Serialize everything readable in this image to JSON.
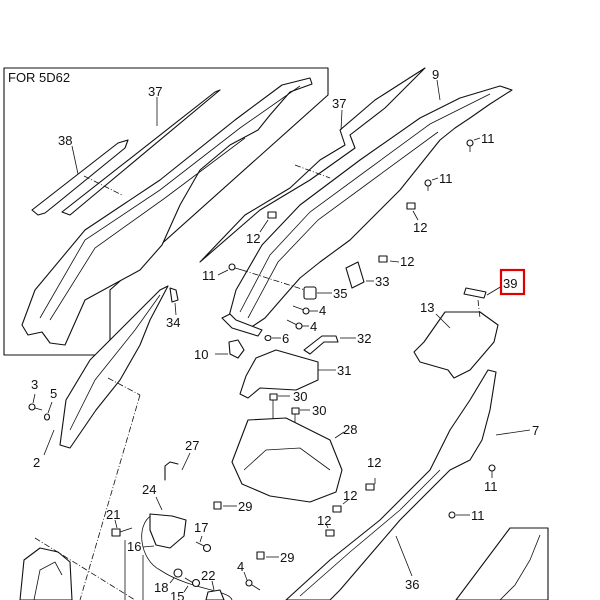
{
  "inset": {
    "title": "FOR 5D62",
    "callouts": [
      "37",
      "38",
      "34"
    ]
  },
  "highlight": {
    "part_number": "39",
    "color": "#e00000"
  },
  "callouts": [
    {
      "id": "c9",
      "label": "9"
    },
    {
      "id": "c37",
      "label": "37"
    },
    {
      "id": "c11a",
      "label": "11"
    },
    {
      "id": "c11b",
      "label": "11"
    },
    {
      "id": "c12a",
      "label": "12"
    },
    {
      "id": "c12b",
      "label": "12"
    },
    {
      "id": "c12c",
      "label": "12"
    },
    {
      "id": "c11c",
      "label": "11"
    },
    {
      "id": "c35",
      "label": "35"
    },
    {
      "id": "c33",
      "label": "33"
    },
    {
      "id": "c4a",
      "label": "4"
    },
    {
      "id": "c4b",
      "label": "4"
    },
    {
      "id": "c6",
      "label": "6"
    },
    {
      "id": "c32",
      "label": "32"
    },
    {
      "id": "c10",
      "label": "10"
    },
    {
      "id": "c31",
      "label": "31"
    },
    {
      "id": "c30a",
      "label": "30"
    },
    {
      "id": "c30b",
      "label": "30"
    },
    {
      "id": "c28",
      "label": "28"
    },
    {
      "id": "c13",
      "label": "13"
    },
    {
      "id": "c7",
      "label": "7"
    },
    {
      "id": "c11d",
      "label": "11"
    },
    {
      "id": "c11e",
      "label": "11"
    },
    {
      "id": "c12d",
      "label": "12"
    },
    {
      "id": "c12e",
      "label": "12"
    },
    {
      "id": "c12f",
      "label": "12"
    },
    {
      "id": "c29a",
      "label": "29"
    },
    {
      "id": "c29b",
      "label": "29"
    },
    {
      "id": "c36",
      "label": "36"
    },
    {
      "id": "c3",
      "label": "3"
    },
    {
      "id": "c5",
      "label": "5"
    },
    {
      "id": "c2",
      "label": "2"
    },
    {
      "id": "c27",
      "label": "27"
    },
    {
      "id": "c24",
      "label": "24"
    },
    {
      "id": "c21",
      "label": "21"
    },
    {
      "id": "c17",
      "label": "17"
    },
    {
      "id": "c16",
      "label": "16"
    },
    {
      "id": "c18",
      "label": "18"
    },
    {
      "id": "c15",
      "label": "15"
    },
    {
      "id": "c22",
      "label": "22"
    },
    {
      "id": "c4c",
      "label": "4"
    }
  ]
}
